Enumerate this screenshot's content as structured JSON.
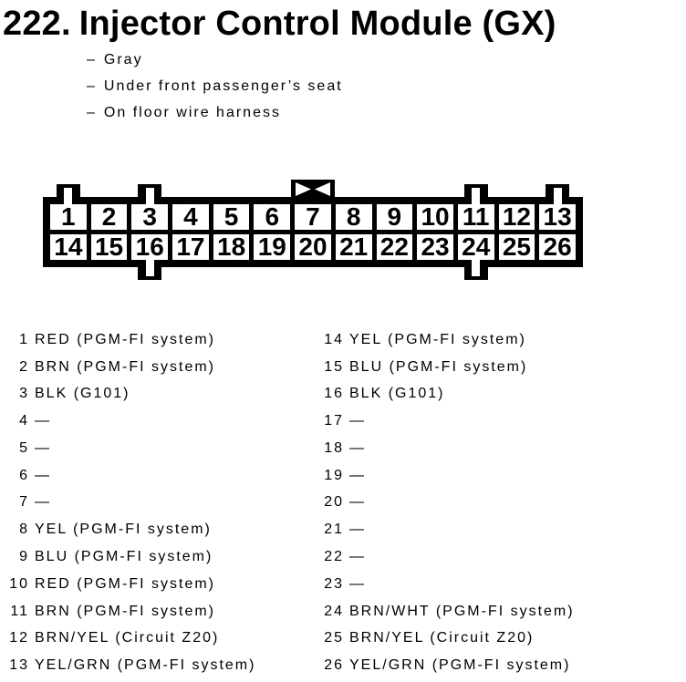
{
  "header": {
    "number": "222.",
    "title": "Injector Control Module (GX)",
    "bullet_prefix": "–",
    "details": [
      "Gray",
      "Under front passenger’s seat",
      "On floor wire harness"
    ]
  },
  "connector": {
    "rows": [
      [
        "1",
        "2",
        "3",
        "4",
        "5",
        "6",
        "7",
        "8",
        "9",
        "10",
        "11",
        "12",
        "13"
      ],
      [
        "14",
        "15",
        "16",
        "17",
        "18",
        "19",
        "20",
        "21",
        "22",
        "23",
        "24",
        "25",
        "26"
      ]
    ],
    "top_tab_columns": [
      1,
      3,
      11,
      13
    ],
    "bottom_tab_columns": [
      3,
      11
    ],
    "keying_tab_column": 7
  },
  "pins": {
    "left": [
      {
        "pin": "1",
        "desc": "RED (PGM-FI system)"
      },
      {
        "pin": "2",
        "desc": "BRN (PGM-FI system)"
      },
      {
        "pin": "3",
        "desc": "BLK (G101)"
      },
      {
        "pin": "4",
        "desc": "—"
      },
      {
        "pin": "5",
        "desc": "—"
      },
      {
        "pin": "6",
        "desc": "—"
      },
      {
        "pin": "7",
        "desc": "—"
      },
      {
        "pin": "8",
        "desc": "YEL (PGM-FI system)"
      },
      {
        "pin": "9",
        "desc": "BLU (PGM-FI system)"
      },
      {
        "pin": "10",
        "desc": "RED (PGM-FI system)"
      },
      {
        "pin": "11",
        "desc": "BRN (PGM-FI system)"
      },
      {
        "pin": "12",
        "desc": "BRN/YEL (Circuit Z20)"
      },
      {
        "pin": "13",
        "desc": "YEL/GRN (PGM-FI system)"
      }
    ],
    "right": [
      {
        "pin": "14",
        "desc": "YEL (PGM-FI system)"
      },
      {
        "pin": "15",
        "desc": "BLU (PGM-FI system)"
      },
      {
        "pin": "16",
        "desc": "BLK (G101)"
      },
      {
        "pin": "17",
        "desc": "—"
      },
      {
        "pin": "18",
        "desc": "—"
      },
      {
        "pin": "19",
        "desc": "—"
      },
      {
        "pin": "20",
        "desc": "—"
      },
      {
        "pin": "21",
        "desc": "—"
      },
      {
        "pin": "22",
        "desc": "—"
      },
      {
        "pin": "23",
        "desc": "—"
      },
      {
        "pin": "24",
        "desc": "BRN/WHT (PGM-FI system)"
      },
      {
        "pin": "25",
        "desc": "BRN/YEL (Circuit Z20)"
      },
      {
        "pin": "26",
        "desc": "YEL/GRN (PGM-FI system)"
      }
    ]
  },
  "colors": {
    "ink": "#000000",
    "paper": "#ffffff"
  }
}
